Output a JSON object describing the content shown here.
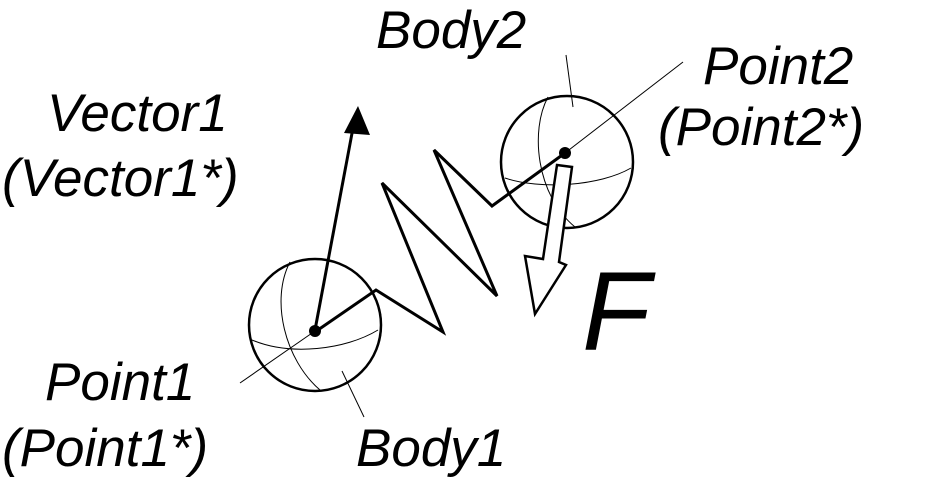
{
  "labels": {
    "body2": "Body2",
    "point2": "Point2",
    "point2_star": "(Point2*)",
    "vector1": "Vector1",
    "vector1_star": "(Vector1*)",
    "force": "F",
    "point1": "Point1",
    "point1_star": "(Point1*)",
    "body1": "Body1"
  },
  "colors": {
    "ink": "#000000",
    "background": "#ffffff"
  }
}
